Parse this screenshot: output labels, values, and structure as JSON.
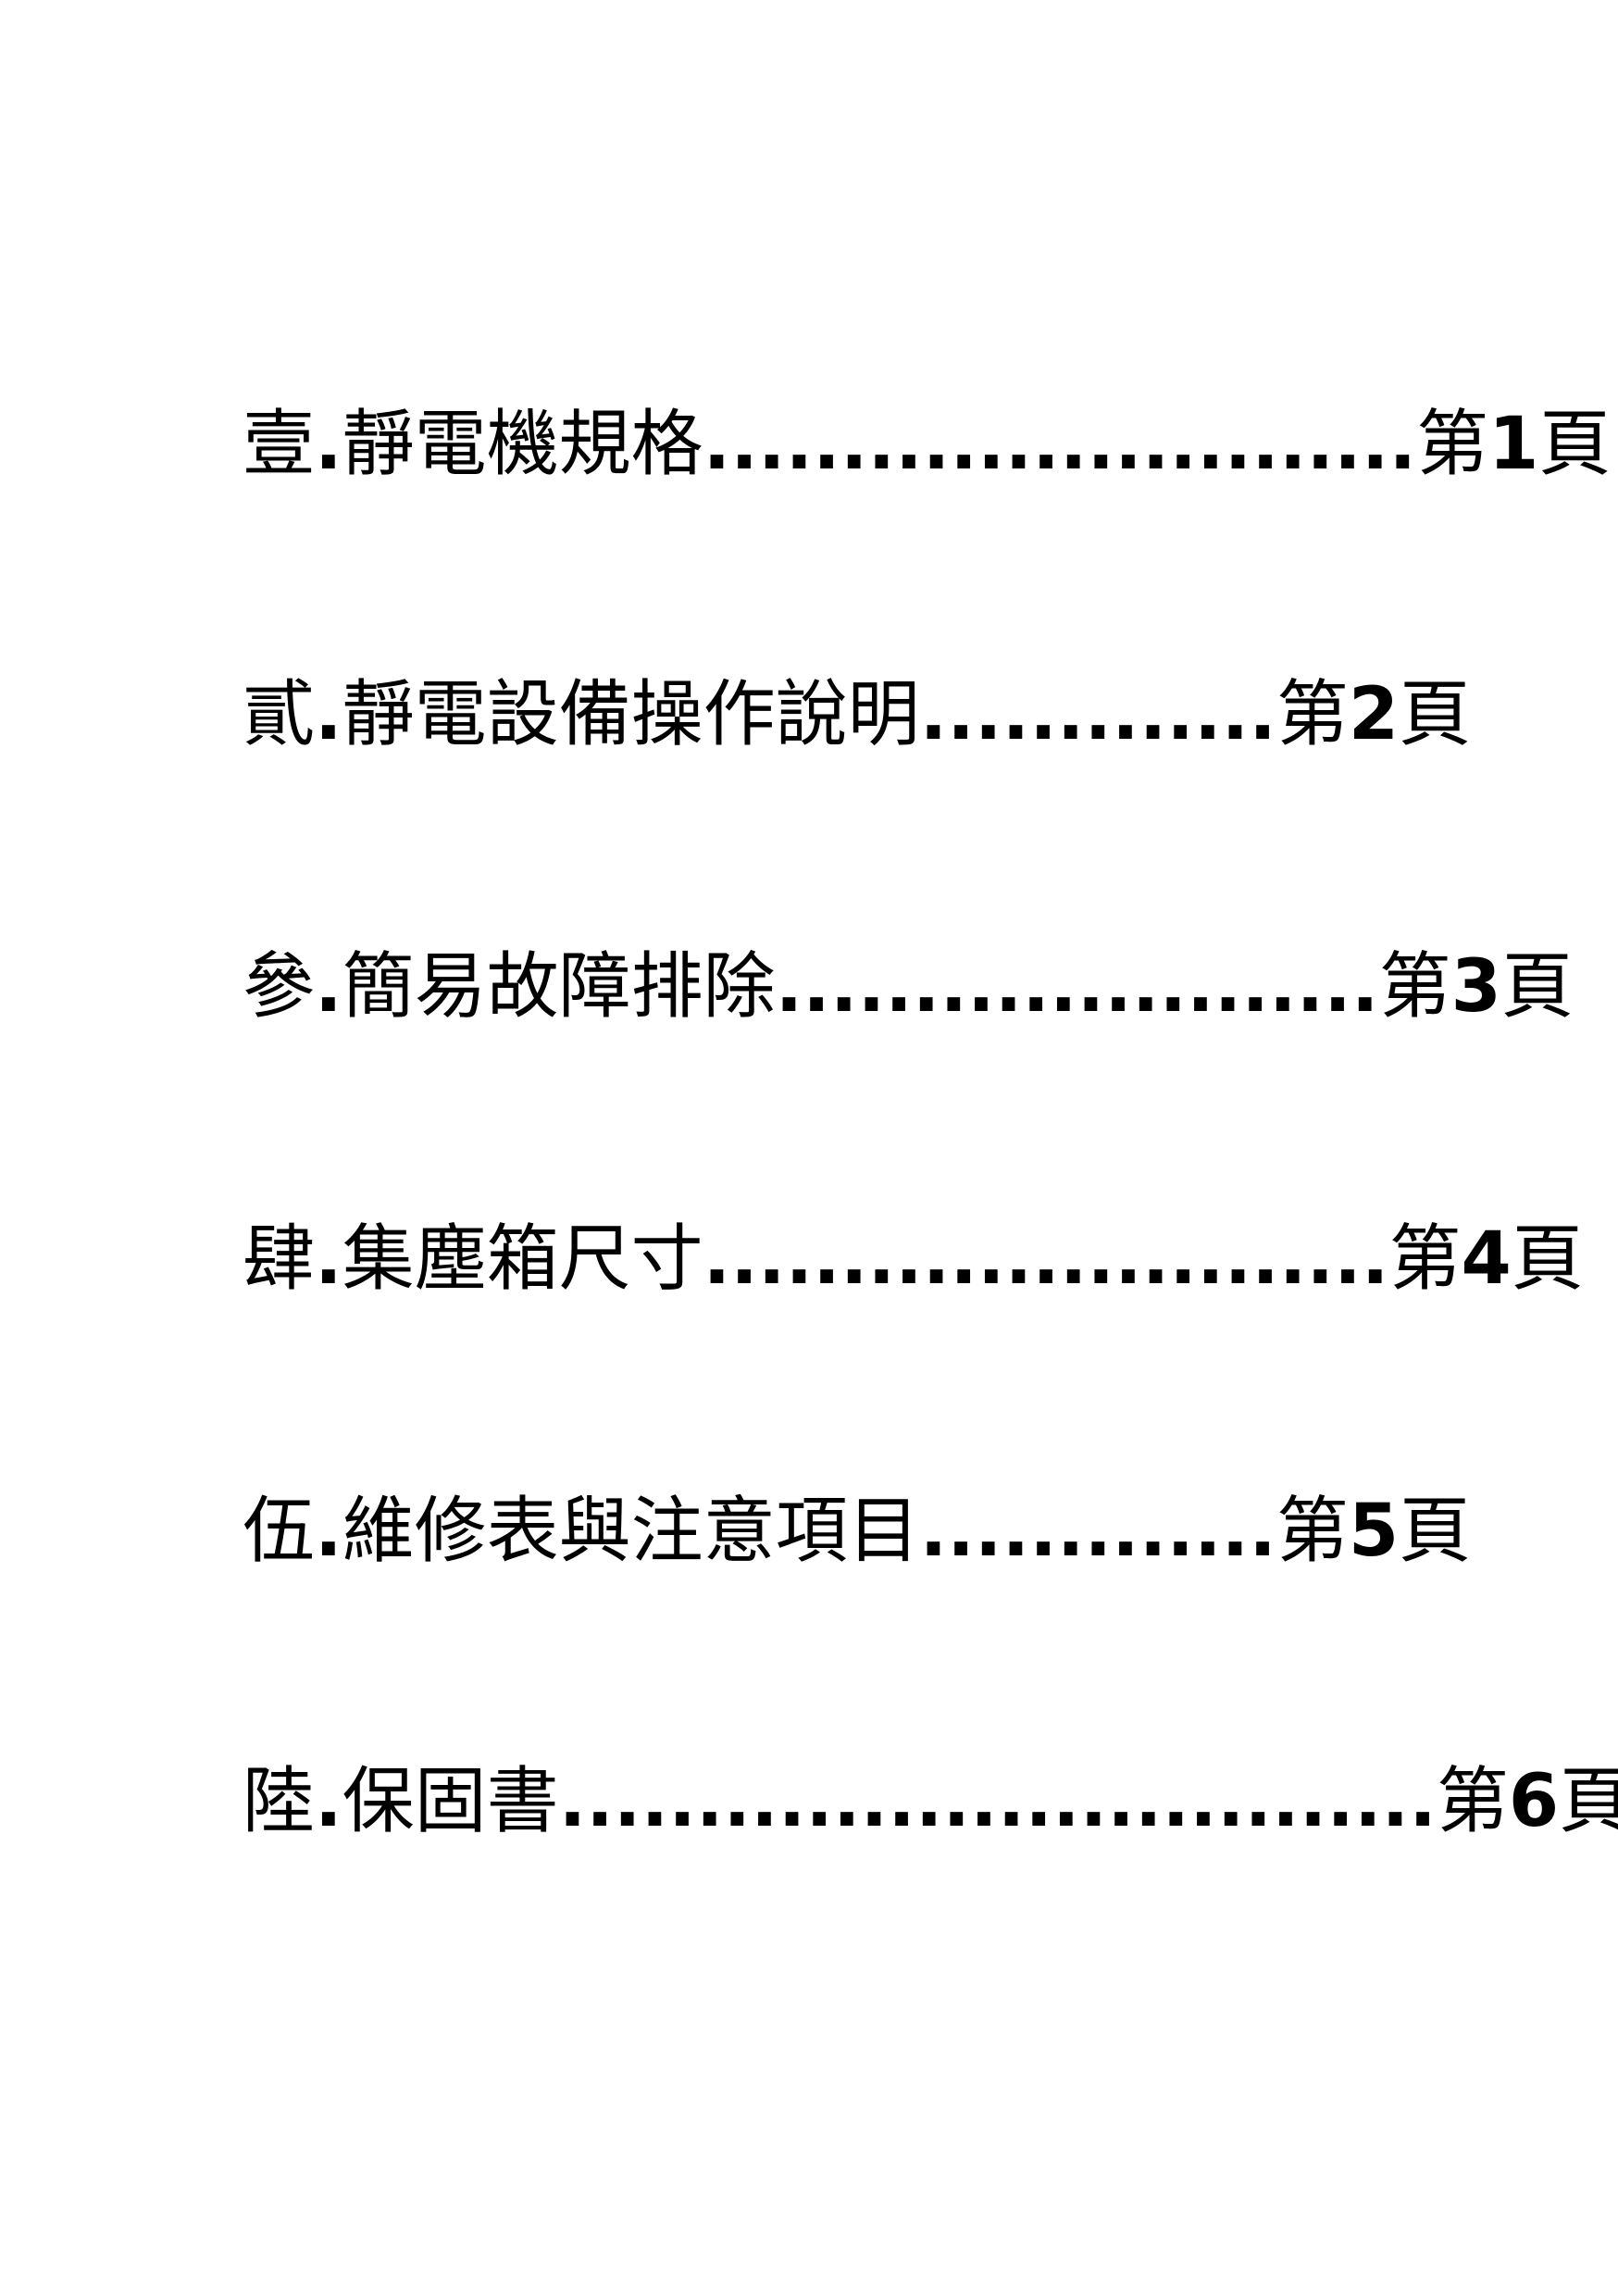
{
  "toc": {
    "entries": [
      {
        "number": "壹",
        "separator": ".",
        "title": "靜電機規格",
        "dots": "..........................",
        "page_prefix": "第",
        "page_num": "1",
        "page_suffix": "頁"
      },
      {
        "number": "貳",
        "separator": ".",
        "title": "靜電設備操作說明",
        "dots": ".............",
        "page_prefix": "第",
        "page_num": "2",
        "page_suffix": "頁"
      },
      {
        "number": "參",
        "separator": ".",
        "title": "簡易故障排除",
        "dots": "......................",
        "page_prefix": "第",
        "page_num": "3",
        "page_suffix": "頁"
      },
      {
        "number": "肆",
        "separator": ".",
        "title": "集塵箱尺寸",
        "dots": ".........................",
        "page_prefix": "第",
        "page_num": "4",
        "page_suffix": "頁"
      },
      {
        "number": "伍",
        "separator": ".",
        "title": "維修表與注意項目",
        "dots": ".............",
        "page_prefix": "第",
        "page_num": "5",
        "page_suffix": "頁"
      },
      {
        "number": "陸",
        "separator": ".",
        "title": "保固書",
        "dots": "................................",
        "page_prefix": "第",
        "page_num": "6",
        "page_suffix": "頁"
      }
    ]
  }
}
